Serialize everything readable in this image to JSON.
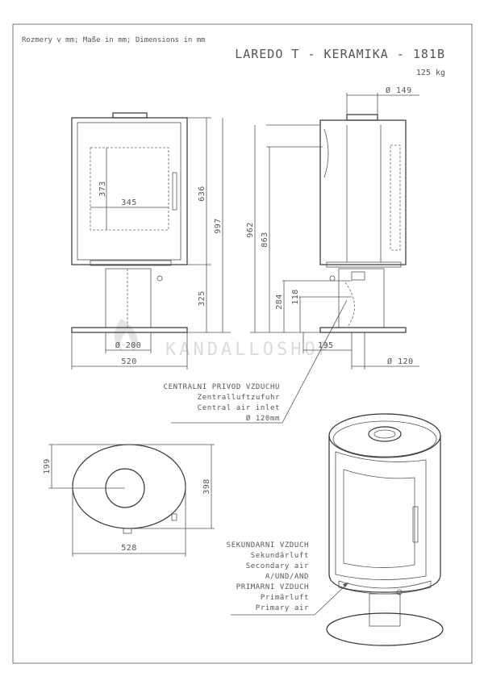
{
  "header": {
    "units_note": "Rozmery v mm; Maße in mm; Dimensions in mm",
    "title": "LAREDO T - KERAMIKA - 181B",
    "weight": "125 kg"
  },
  "front_view": {
    "door_width": "345",
    "door_height": "373",
    "height_top": "636",
    "height_total": "997",
    "height_pedestal": "325",
    "base_diameter": "Ø 200",
    "base_width": "520"
  },
  "side_view": {
    "flue_diameter": "Ø 149",
    "height_flue": "962",
    "height_air": "863",
    "height_a": "284",
    "height_b": "118",
    "offset": "195",
    "air_diameter": "Ø 120"
  },
  "central_air": {
    "line1": "CENTRALNI PRIVOD VZDUCHU",
    "line2": "Zentralluftzufuhr",
    "line3": "Central air inlet",
    "line4": "Ø 120mm"
  },
  "top_view": {
    "depth_half": "199",
    "depth": "398",
    "width": "528"
  },
  "air_labels": {
    "line1": "SEKUNDARNI VZDUCH",
    "line2": "Sekundärluft",
    "line3": "Secondary air",
    "line4": "A/UND/AND",
    "line5": "PRIMARNI VZDUCH",
    "line6": "Primärluft",
    "line7": "Primary air"
  },
  "watermark": "KANDALLOSHOP"
}
